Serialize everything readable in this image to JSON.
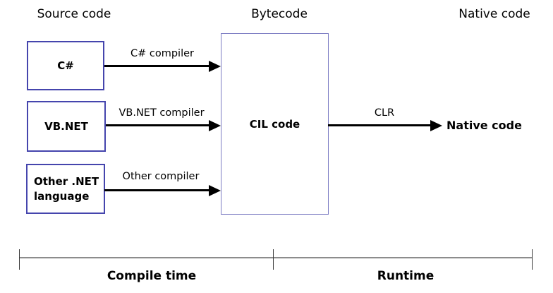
{
  "diagram": {
    "columns": {
      "source": "Source code",
      "bytecode": "Bytecode",
      "native": "Native code"
    },
    "boxes": {
      "csharp": "C#",
      "vbnet": "VB.NET",
      "other": "Other .NET\nlanguage",
      "cil": "CIL code"
    },
    "arrows": {
      "csharp": "C# compiler",
      "vbnet": "VB.NET compiler",
      "other": "Other compiler",
      "clr": "CLR"
    },
    "native_result": "Native code",
    "phases": {
      "compile": "Compile time",
      "runtime": "Runtime"
    },
    "colors": {
      "background": "#ffffff",
      "source_box_border": "#4545ad",
      "cil_box_border": "#7a7ac2",
      "arrow": "#000000",
      "bracket_line": "#8c8c8c",
      "bracket_tick": "#3a3a3a",
      "text": "#000000"
    }
  }
}
